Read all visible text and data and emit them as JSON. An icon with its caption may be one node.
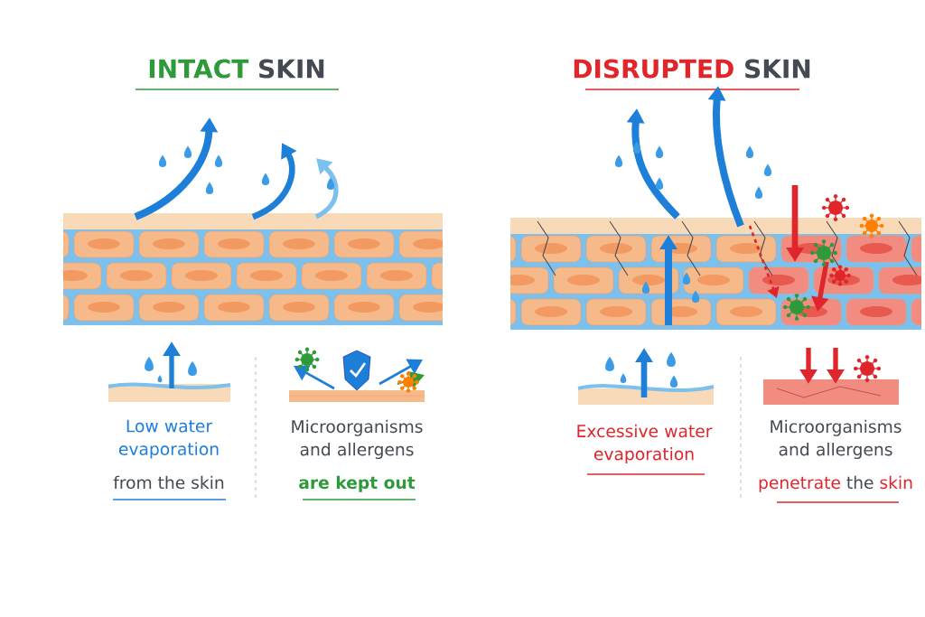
{
  "diagram": {
    "labels": [
      "INTACT",
      "SKIN",
      "DISRUPTED",
      "SKIN",
      "Low water evaporation",
      "from the skin",
      "Microorganisms and allergens",
      "are kept out",
      "Excessive water evaporation",
      "Microorganisms and allergens",
      "penetrate",
      "the",
      "skin"
    ]
  }
}
